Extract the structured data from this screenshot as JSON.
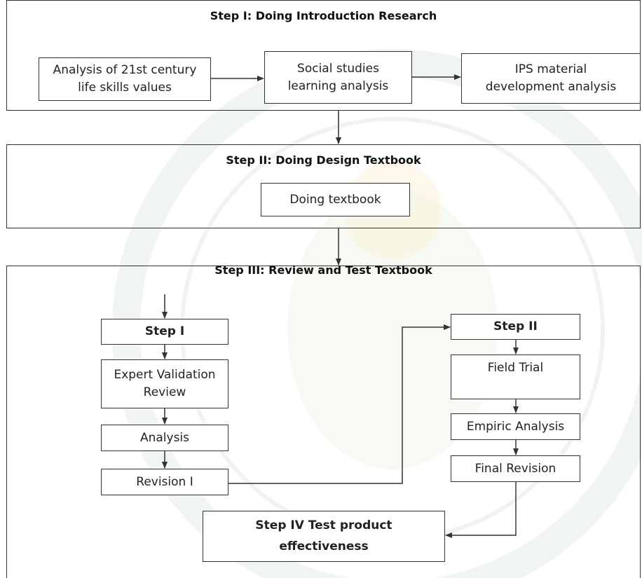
{
  "colors": {
    "line": "#333333",
    "watermark": "#d9ead3",
    "watermark_text": "#dfe7df"
  },
  "step1": {
    "title": "Step I: Doing Introduction Research",
    "box_a": "Analysis of 21st century\nlife skills values",
    "box_b": "Social studies\nlearning analysis",
    "box_c": "IPS material\ndevelopment analysis"
  },
  "step2": {
    "title": "Step II: Doing Design Textbook",
    "box": "Doing textbook"
  },
  "step3": {
    "title": "Step III: Review and Test Textbook",
    "left": {
      "head": "Step I",
      "b1": "Expert Validation\nReview",
      "b2": "Analysis",
      "b3": "Revision I"
    },
    "right": {
      "head": "Step II",
      "b1": "Field Trial",
      "b2": "Empiric Analysis",
      "b3": "Final Revision"
    },
    "final": "Step IV Test product\neffectiveness"
  }
}
